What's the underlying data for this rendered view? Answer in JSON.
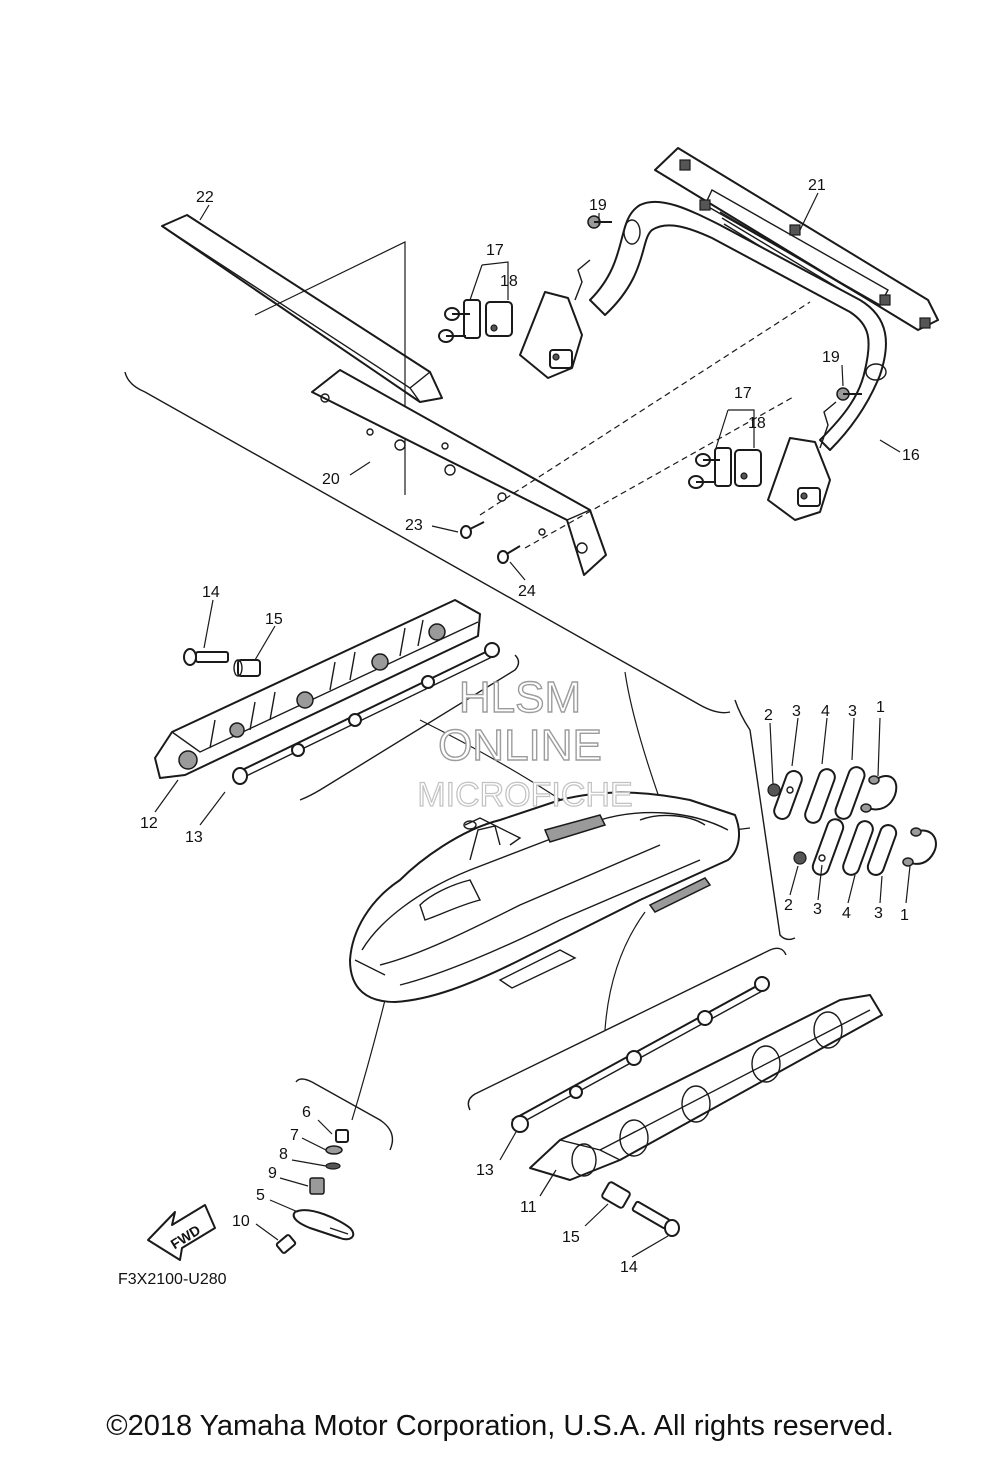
{
  "diagram_code": "F3X2100-U280",
  "fwd_label": "FWD",
  "watermark": {
    "line1": "HLSM",
    "line2": "ONLINE",
    "line3": "MICROFICHE"
  },
  "copyright": "©2018 Yamaha Motor Corporation, U.S.A. All rights reserved.",
  "callouts": {
    "c1": "1",
    "c2": "2",
    "c3": "3",
    "c4": "4",
    "c5": "5",
    "c6": "6",
    "c7": "7",
    "c8": "8",
    "c9": "9",
    "c10": "10",
    "c11": "11",
    "c12": "12",
    "c13": "13",
    "c14": "14",
    "c15": "15",
    "c16": "16",
    "c17": "17",
    "c18": "18",
    "c19": "19",
    "c20": "20",
    "c21": "21",
    "c22": "22",
    "c23": "23",
    "c24": "24"
  }
}
